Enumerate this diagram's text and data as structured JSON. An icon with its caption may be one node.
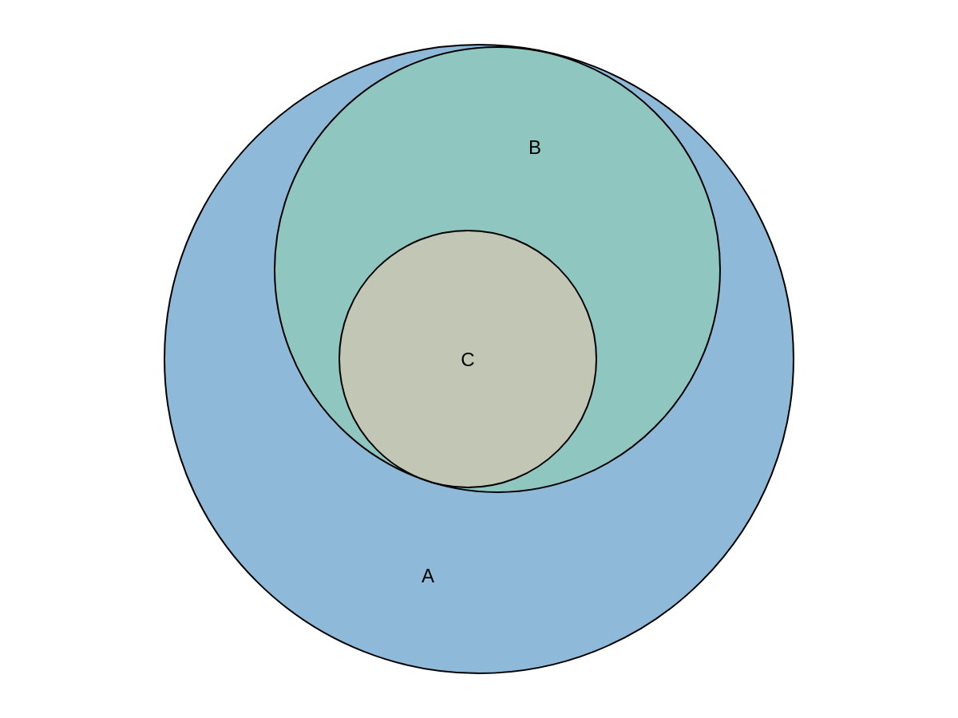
{
  "diagram": {
    "nodes": [
      {
        "text": [
          "A"
        ]
      },
      {
        "text": [
          "B"
        ],
        "in": 0
      },
      {
        "text": [
          "C"
        ],
        "in": 1
      }
    ]
  }
}
